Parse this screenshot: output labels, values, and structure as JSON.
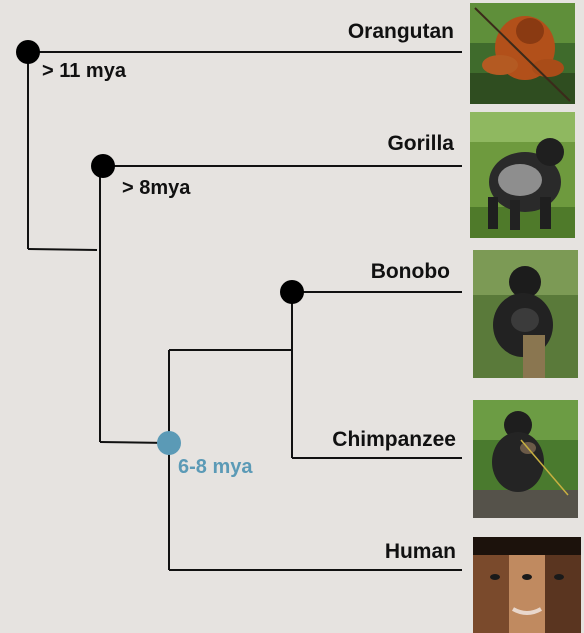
{
  "species": {
    "orangutan": "Orangutan",
    "gorilla": "Gorilla",
    "bonobo": "Bonobo",
    "chimpanzee": "Chimpanzee",
    "human": "Human"
  },
  "divergences": {
    "orangutan_split": "> 11 mya",
    "gorilla_split": "> 8mya",
    "human_split": "6-8 mya"
  },
  "colors": {
    "background": "#e6e3e0",
    "line": "#111111",
    "node": "#000000",
    "highlight_node": "#5b9ab6"
  },
  "icons": {
    "orangutan_photo": "orangutan-photo",
    "gorilla_photo": "gorilla-photo",
    "bonobo_photo": "bonobo-photo",
    "chimpanzee_photo": "chimpanzee-photo",
    "human_photo": "human-faces-photo"
  }
}
